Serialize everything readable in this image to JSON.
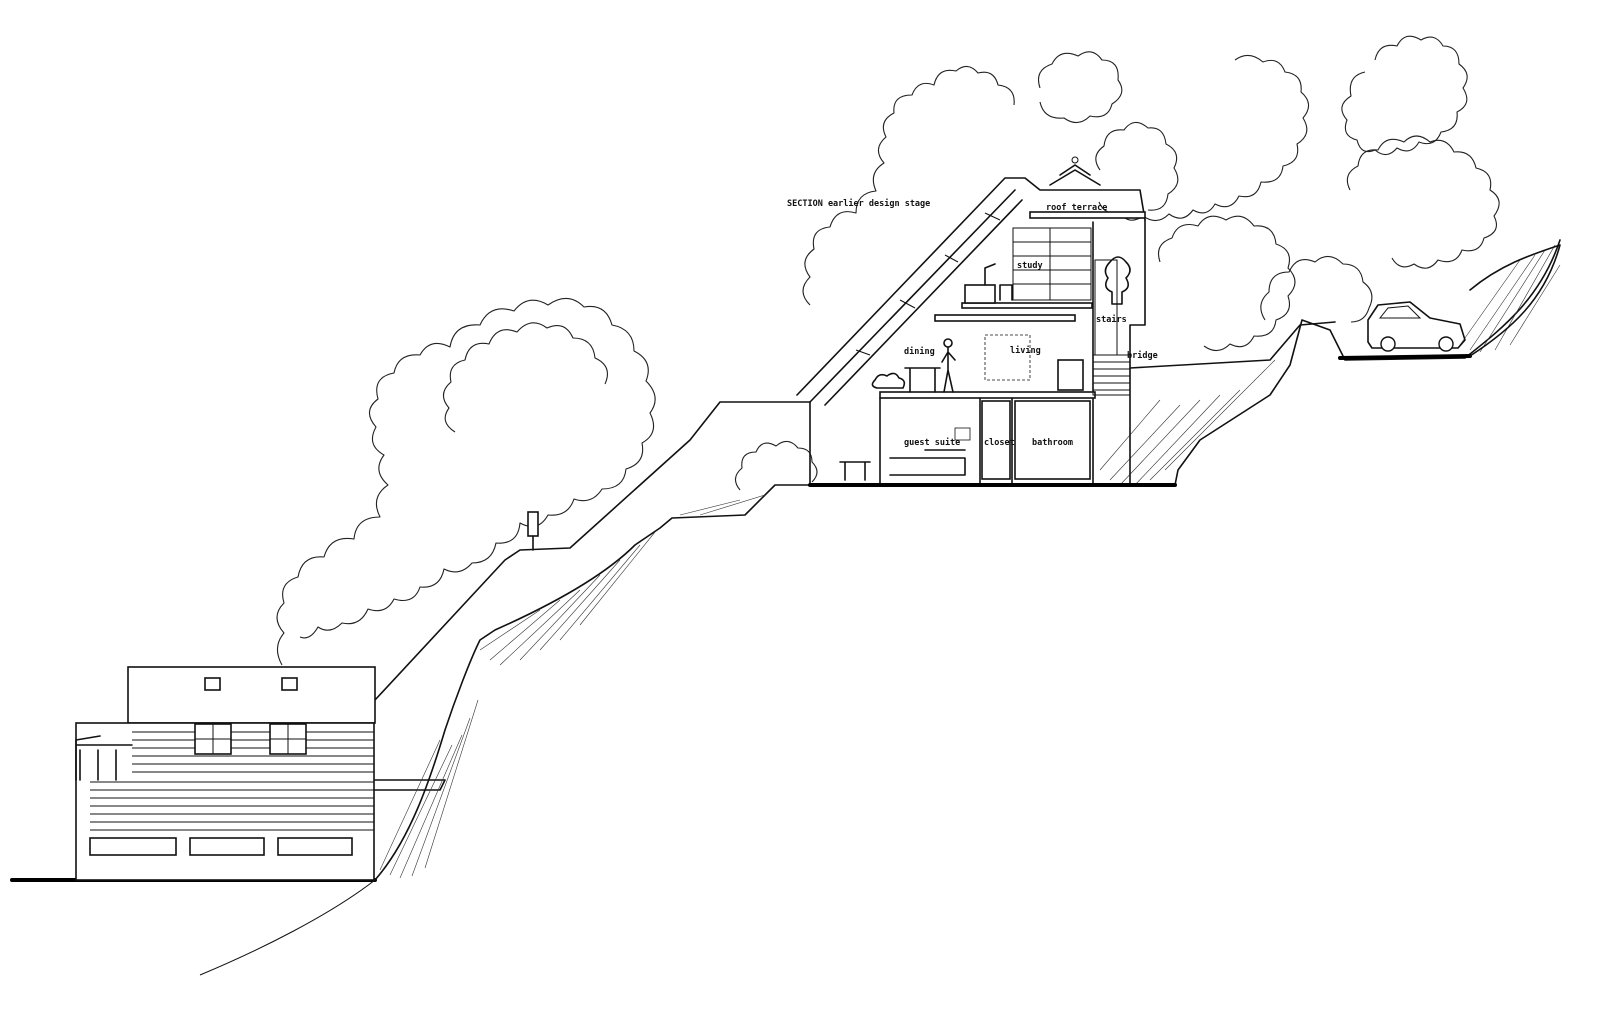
{
  "drawing": {
    "title": "SECTION earlier design stage",
    "rooms": {
      "roof_terrace": "roof terrace",
      "study": "study",
      "stairs": "stairs",
      "bridge": "bridge",
      "dining": "dining",
      "living": "living",
      "guest_suite": "guest suite",
      "closet": "closet",
      "bathroom": "bathroom"
    },
    "colors": {
      "ink": "#111111",
      "paper": "#ffffff"
    },
    "icons": [
      "car-icon",
      "person-icon",
      "tree-icon",
      "plant-icon",
      "lamp-icon"
    ]
  }
}
